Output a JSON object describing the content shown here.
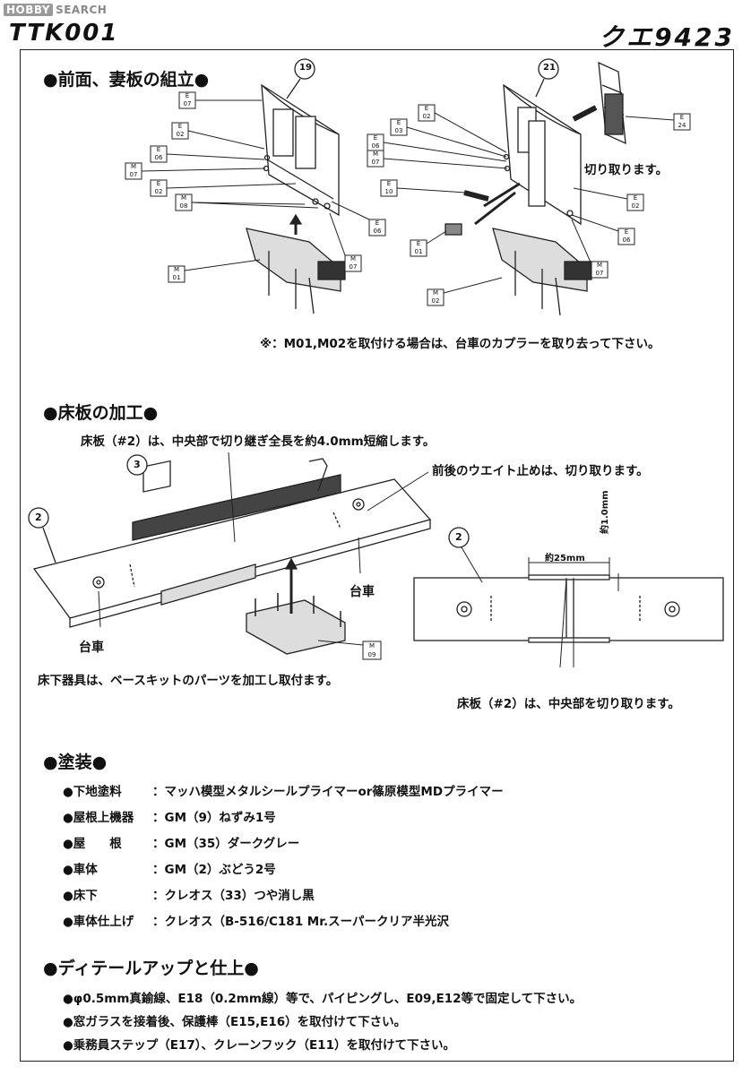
{
  "watermark": {
    "logo": "HOBBY",
    "text": "SEARCH"
  },
  "header": {
    "model": "TTK001",
    "car": "クエ9423"
  },
  "sections": {
    "front": "●前面、妻板の組立●",
    "floor": "●床板の加工●",
    "paint": "●塗装●",
    "detail": "●ディテールアップと仕上●"
  },
  "front_notes": {
    "cut_off": "切り取ります。",
    "coupler": "※：M01,M02を取付ける場合は、台車のカプラーを取り去って下さい。"
  },
  "front_callouts": {
    "left": "19",
    "right": "21"
  },
  "front_parts_left": [
    {
      "top": "E",
      "bottom": "07"
    },
    {
      "top": "E",
      "bottom": "02"
    },
    {
      "top": "E",
      "bottom": "06"
    },
    {
      "top": "M",
      "bottom": "07"
    },
    {
      "top": "E",
      "bottom": "02"
    },
    {
      "top": "M",
      "bottom": "08"
    },
    {
      "top": "E",
      "bottom": "06"
    },
    {
      "top": "M",
      "bottom": "07"
    },
    {
      "top": "M",
      "bottom": "01"
    }
  ],
  "front_parts_right": [
    {
      "top": "E",
      "bottom": "02"
    },
    {
      "top": "E",
      "bottom": "03"
    },
    {
      "top": "E",
      "bottom": "06"
    },
    {
      "top": "M",
      "bottom": "07"
    },
    {
      "top": "E",
      "bottom": "10"
    },
    {
      "top": "E",
      "bottom": "01"
    },
    {
      "top": "M",
      "bottom": "02"
    },
    {
      "top": "E",
      "bottom": "24"
    },
    {
      "top": "E",
      "bottom": "02"
    },
    {
      "top": "E",
      "bottom": "06"
    },
    {
      "top": "M",
      "bottom": "07"
    }
  ],
  "floor_notes": {
    "shorten": "床板（#2）は、中央部で切り継ぎ全長を約4.0mm短縮します。",
    "weight": "前後のウエイト止めは、切り取ります。",
    "bogie": "台車",
    "underfloor": "床下器具は、ベースキットのパーツを加工し取付ます。",
    "cut_center": "床板（#2）は、中央部を切り取ります。",
    "dim_len": "約25mm",
    "dim_h": "約1.0mm",
    "callout_2": "2",
    "callout_3": "3",
    "part_m09": {
      "top": "M",
      "bottom": "09"
    }
  },
  "paint_items": [
    {
      "label": "●下地塗料",
      "value": "：マッハ模型メタルシールプライマーor篠原模型MDプライマー"
    },
    {
      "label": "●屋根上機器",
      "value": "：GM（9）ねずみ1号"
    },
    {
      "label": "●屋　　根",
      "value": "：GM（35）ダークグレー"
    },
    {
      "label": "●車体",
      "value": "：GM（2）ぶどう2号"
    },
    {
      "label": "●床下",
      "value": "：クレオス（33）つや消し黒"
    },
    {
      "label": "●車体仕上げ",
      "value": "：クレオス（B-516/C181 Mr.スーパークリア半光沢"
    }
  ],
  "detail_items": [
    "●φ0.5mm真鍮線、E18（0.2mm線）等で、パイピングし、E09,E12等で固定して下さい。",
    "●窓ガラスを接着後、保護棒（E15,E16）を取付けて下さい。",
    "●乗務員ステップ（E17）、クレーンフック（E11）を取付けて下さい。"
  ]
}
